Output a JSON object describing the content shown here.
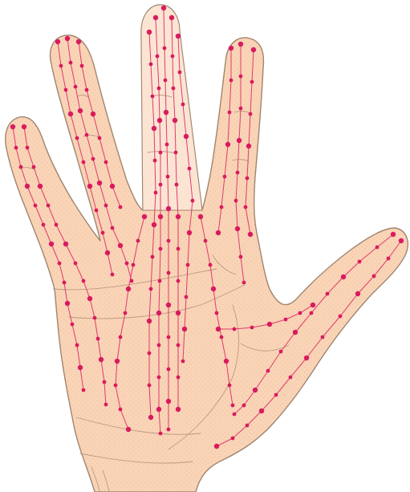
{
  "figure": {
    "subject": "hand-with-meridian-points",
    "colors": {
      "background": "#ffffff",
      "skin": "#f9d4b6",
      "skin_dots": "#f3c3a3",
      "outline": "#a08570",
      "crease": "#bd9a83",
      "meridian": "#e23a6e",
      "point": "#d81b60",
      "middle_finger_band": "#fbe4d2"
    },
    "meridian_tracks": [
      {
        "id": "thumb-center"
      },
      {
        "id": "thumb-edge"
      },
      {
        "id": "thumb-outer"
      },
      {
        "id": "index-radial"
      },
      {
        "id": "index-center"
      },
      {
        "id": "index-ulnar"
      },
      {
        "id": "middle-col-1"
      },
      {
        "id": "middle-col-2"
      },
      {
        "id": "middle-col-3"
      },
      {
        "id": "middle-col-4"
      },
      {
        "id": "middle-col-5"
      },
      {
        "id": "ring-radial"
      },
      {
        "id": "ring-center"
      },
      {
        "id": "ring-ulnar"
      },
      {
        "id": "pinky-center"
      },
      {
        "id": "pinky-edge"
      },
      {
        "id": "palm-midline-left"
      },
      {
        "id": "palm-midline-right"
      }
    ]
  }
}
